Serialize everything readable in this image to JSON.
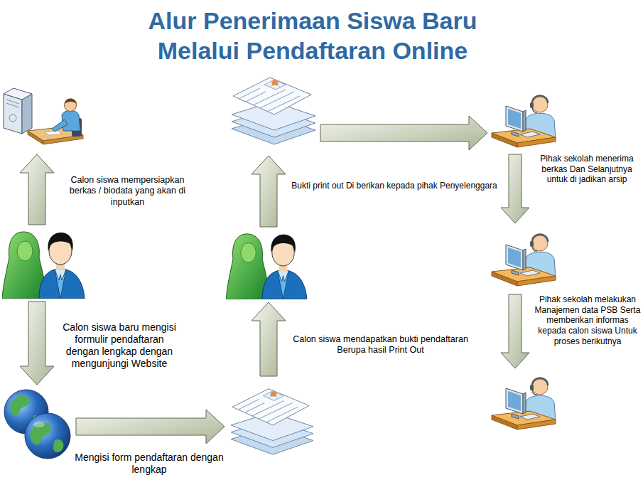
{
  "diagram": {
    "title": "Alur Penerimaan Siswa Baru Melalui Pendaftaran Online",
    "nodes": [
      {
        "text": []
      },
      {
        "text": []
      },
      {
        "text": []
      },
      {
        "text": []
      },
      {
        "text": []
      },
      {
        "text": []
      },
      {
        "text": []
      },
      {
        "text": []
      },
      {
        "text": []
      }
    ],
    "edges": [
      {
        "from": 3,
        "to": 0,
        "arrow": "to",
        "label": "Calon siswa mempersiapkan berkas / biodata yang akan di inputkan"
      },
      {
        "from": 3,
        "to": 6,
        "arrow": "to",
        "label": "Calon siswa baru mengisi formulir pendaftaran dengan lengkap dengan mengunjungi Website"
      },
      {
        "from": 6,
        "to": 7,
        "arrow": "to",
        "label": "Mengisi form pendaftaran dengan lengkap"
      },
      {
        "from": 7,
        "to": 4,
        "arrow": "to",
        "label": "Calon siswa mendapatkan bukti pendaftaran Berupa hasil Print Out"
      },
      {
        "from": 4,
        "to": 1,
        "arrow": "to",
        "label": "Bukti print out Di berikan kepada pihak Penyelenggara"
      },
      {
        "from": 1,
        "to": 2,
        "arrow": "to"
      },
      {
        "from": 2,
        "to": 5,
        "arrow": "to",
        "label": "Pihak sekolah menerima berkas Dan Selanjutnya untuk di jadikan arsip"
      },
      {
        "from": 5,
        "to": 8,
        "arrow": "to",
        "label": "Pihak sekolah melakukan Manajemen data PSB Serta memberikan informas kepada calon siswa Untuk proses berikutnya"
      }
    ]
  }
}
